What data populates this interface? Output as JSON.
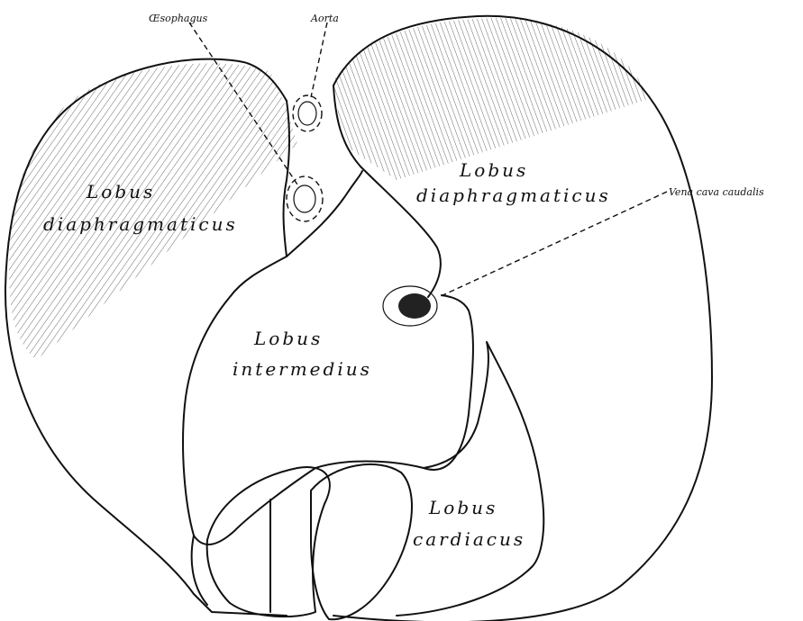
{
  "labels": {
    "esophagus": "Œsophagus",
    "aorta": "Aorta",
    "vena_cava": "Vena cava caudalis",
    "left_lobe_1": "Lobus",
    "left_lobe_2": "diaphragmaticus",
    "right_lobe_1": "Lobus",
    "right_lobe_2": "diaphragmaticus",
    "intermediate_1": "Lobus",
    "intermediate_2": "intermedius",
    "cardiac_1": "Lobus",
    "cardiac_2": "cardiacus"
  }
}
